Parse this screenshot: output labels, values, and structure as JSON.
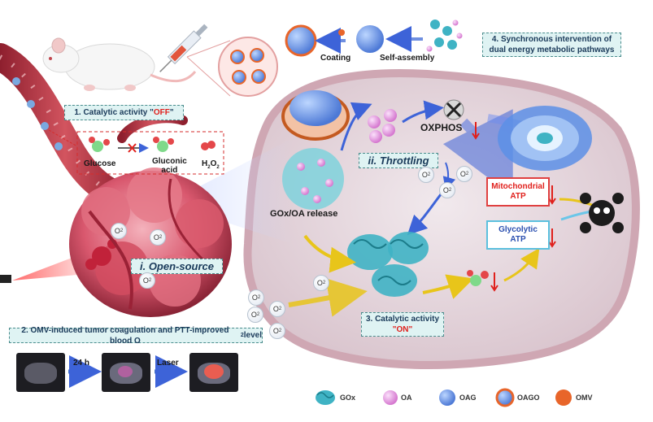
{
  "box_step1": {
    "prefix": "1. Catalytic activity \"",
    "emph": "OFF",
    "suffix": "\""
  },
  "box_step2": {
    "text": "2. OMV-induced tumor coagulation and PTT-improved blood O",
    "sub": "2",
    "tail": " level"
  },
  "box_step3": {
    "line1": "3. Catalytic activity",
    "emph": "\"ON\""
  },
  "box_step4": {
    "line1": "4. Synchronous intervention of",
    "line2": "dual energy metabolic pathways"
  },
  "reaction": {
    "glucose": "Glucose",
    "gluconic_line1": "Gluconic",
    "gluconic_line2": "acid",
    "h2o2_h": "H",
    "h2o2_sub1": "2",
    "h2o2_o": "O",
    "h2o2_sub2": "2"
  },
  "assembly": {
    "coating": "Coating",
    "self_assembly": "Self-assembly"
  },
  "labels": {
    "throttling": "ii. Throttling",
    "open_source": "i. Open-source",
    "gox_oa_release": "GOx/OA release",
    "oxphos": "OXPHOS",
    "mito_line1": "Mitochondrial",
    "mito_line2": "ATP",
    "glyco_line1": "Glycolytic",
    "glyco_line2": "ATP",
    "time_24h": "24 h",
    "laser": "Laser",
    "o2": "O",
    "o2_sub": "2"
  },
  "legend": [
    {
      "label": "GOx",
      "icon": "gox-protein-icon"
    },
    {
      "label": "OA",
      "icon": "oa-sphere-icon"
    },
    {
      "label": "OAG",
      "icon": "oag-nanoparticle-icon"
    },
    {
      "label": "OAGO",
      "icon": "oago-nanoparticle-icon"
    },
    {
      "label": "OMV",
      "icon": "omv-vesicle-icon"
    }
  ],
  "colors": {
    "box_fill": "#dff3f3",
    "emphasis_red": "#e0201c",
    "cell_membrane": "#d9b8c0",
    "cell_interior": "#eadfe4",
    "gox": "#3fb3c4",
    "oa": "#e58fe0",
    "omv": "#e8652a",
    "tumor": "#d9586e"
  }
}
